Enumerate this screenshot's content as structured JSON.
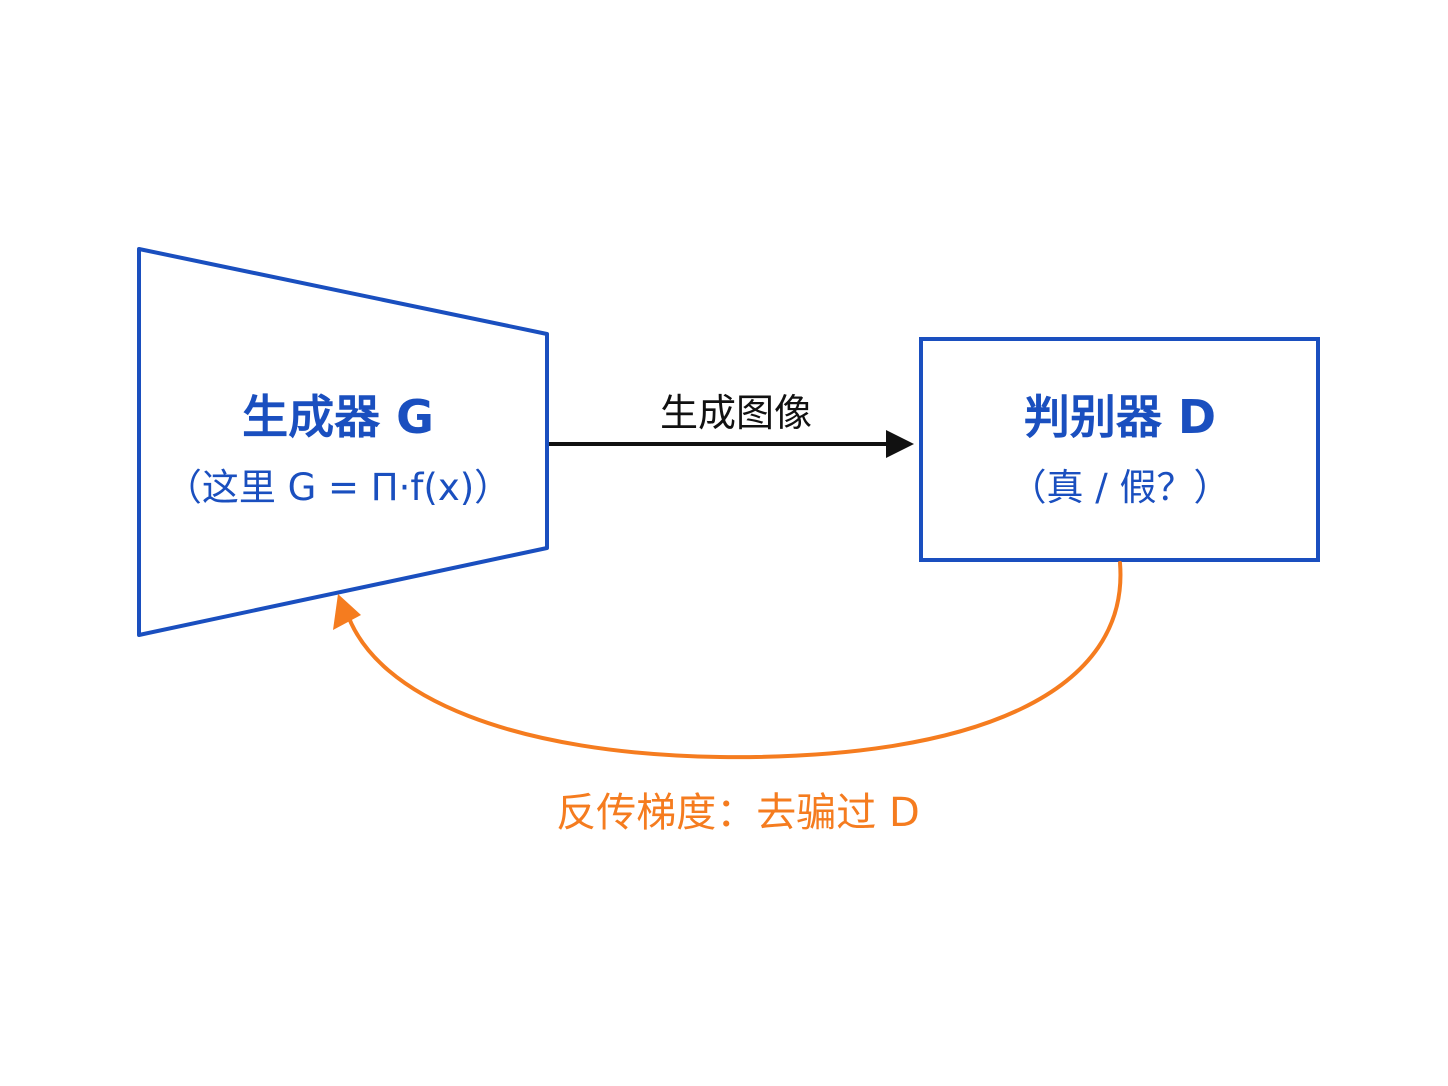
{
  "colors": {
    "node": "#1a4fbf",
    "edge": "#111111",
    "feedback": "#f57c1f",
    "background": "#ffffff"
  },
  "generator": {
    "title": "生成器 G",
    "subtitle": "（这里 G = Π·f(x)）"
  },
  "discriminator": {
    "title": "判别器 D",
    "subtitle": "（真 / 假？）"
  },
  "forward_edge": {
    "label": "生成图像"
  },
  "feedback_edge": {
    "label": "反传梯度：去骗过 D"
  }
}
